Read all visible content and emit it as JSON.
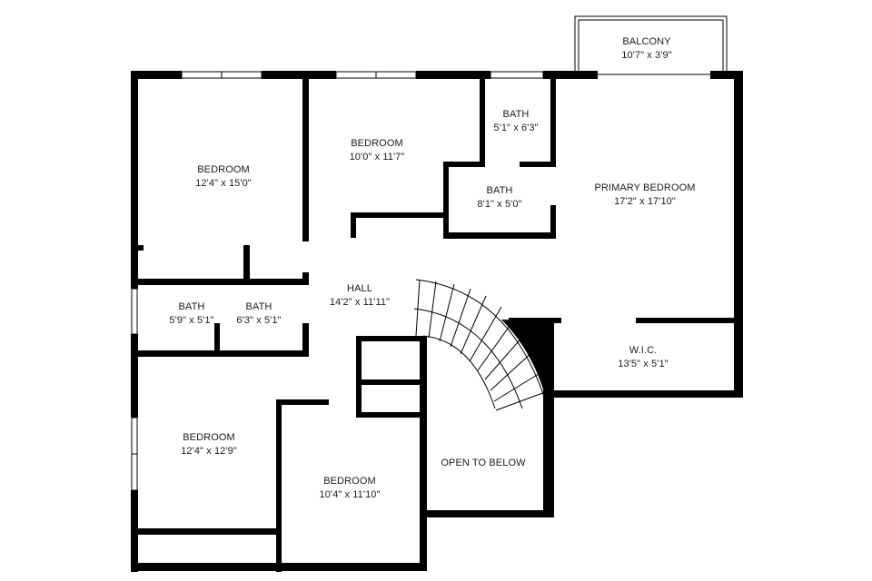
{
  "floorplan": {
    "rooms": [
      {
        "name": "BEDROOM",
        "dims": "12'4\" x 15'0\""
      },
      {
        "name": "BEDROOM",
        "dims": "10'0\" x 11'7\""
      },
      {
        "name": "BATH",
        "dims": "5'1\" x 6'3\""
      },
      {
        "name": "BALCONY",
        "dims": "10'7\" x 3'9\""
      },
      {
        "name": "BATH",
        "dims": "8'1\" x 5'0\""
      },
      {
        "name": "PRIMARY BEDROOM",
        "dims": "17'2\" x 17'10\""
      },
      {
        "name": "HALL",
        "dims": "14'2\" x 11'11\""
      },
      {
        "name": "BATH",
        "dims": "5'9\" x 5'1\""
      },
      {
        "name": "BATH",
        "dims": "6'3\" x 5'1\""
      },
      {
        "name": "W.I.C.",
        "dims": "13'5\" x 5'1\""
      },
      {
        "name": "BEDROOM",
        "dims": "12'4\" x 12'9\""
      },
      {
        "name": "BEDROOM",
        "dims": "10'4\" x 11'10\""
      },
      {
        "name": "OPEN TO BELOW",
        "dims": ""
      }
    ]
  },
  "colors": {
    "wall": "#000000",
    "background": "#ffffff",
    "text": "#1a1a1a"
  }
}
